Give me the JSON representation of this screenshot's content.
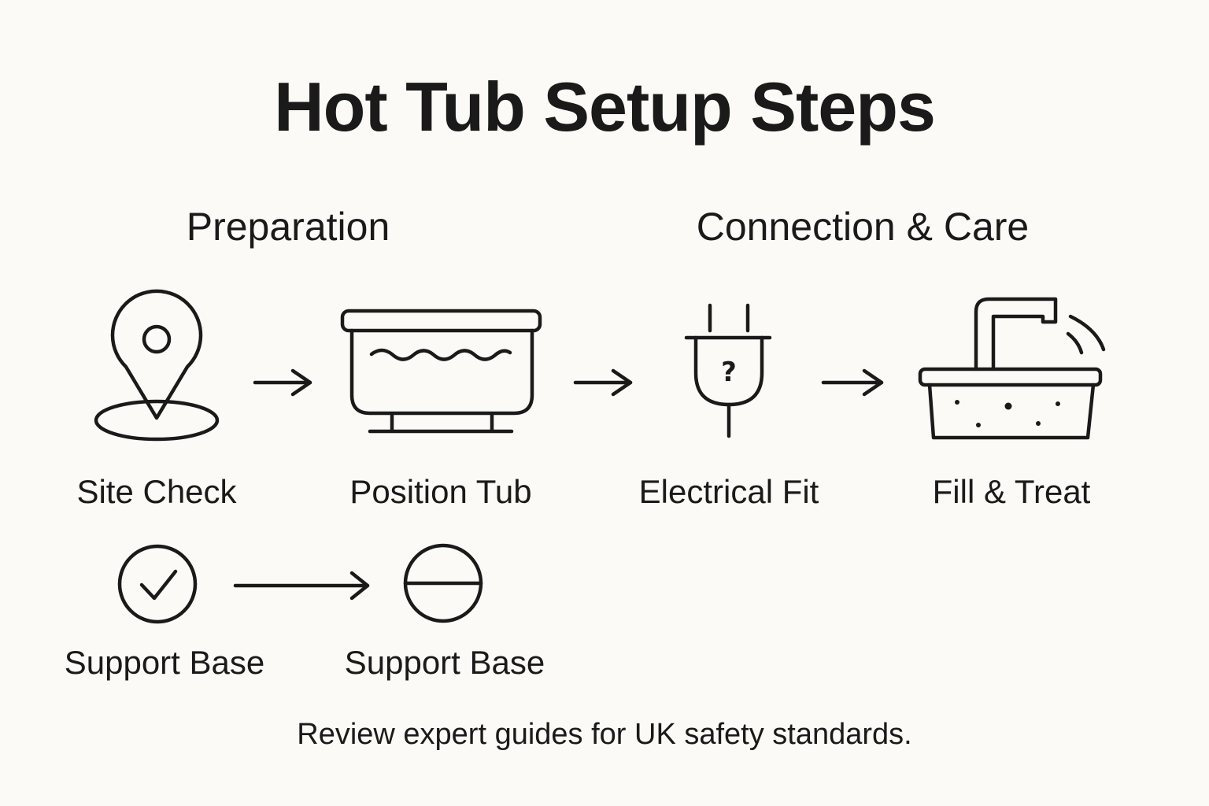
{
  "title": "Hot Tub Setup Steps",
  "sections": {
    "preparation": "Preparation",
    "connection": "Connection & Care"
  },
  "steps": [
    {
      "label": "Site Check",
      "icon": "location-pin-icon"
    },
    {
      "label": "Position Tub",
      "icon": "hot-tub-icon"
    },
    {
      "label": "Electrical Fit",
      "icon": "plug-icon"
    },
    {
      "label": "Fill & Treat",
      "icon": "faucet-tub-icon"
    }
  ],
  "substeps": [
    {
      "label": "Support Base",
      "icon": "check-circle-icon"
    },
    {
      "label": "Support Base",
      "icon": "level-circle-icon"
    }
  ],
  "icon_glyphs": {
    "plug_question": "?"
  },
  "footer": "Review expert guides for UK safety standards."
}
